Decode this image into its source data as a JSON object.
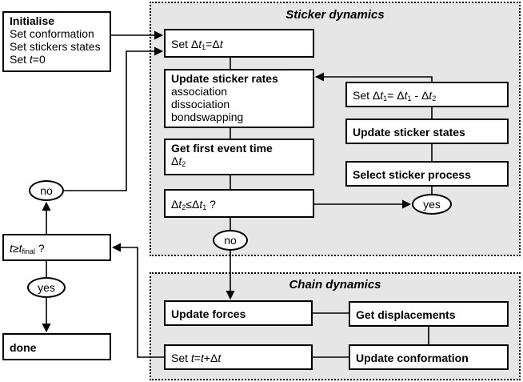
{
  "regions": {
    "sticker_title": "Sticker dynamics",
    "chain_title": "Chain dynamics"
  },
  "init": {
    "title": "Initialise",
    "line1": "Set conformation",
    "line2": "Set stickers states",
    "line3_prefix": "Set ",
    "line3_var": "t",
    "line3_suffix": "=0"
  },
  "set_dt1": {
    "prefix": "Set Δ",
    "var": "t",
    "sub": "1",
    "suffix": "=Δ",
    "var2": "t"
  },
  "update_rates": {
    "title": "Update sticker rates",
    "items": [
      "association",
      "dissociation",
      "bondswapping"
    ]
  },
  "first_event": {
    "title": "Get first event time",
    "expr_prefix": "Δ",
    "expr_var": "t",
    "expr_sub": "2"
  },
  "compare": {
    "p1": "Δ",
    "v1": "t",
    "s1": "2",
    "op": "≤Δ",
    "v2": "t",
    "s2": "1",
    "q": " ?"
  },
  "set_dt1_update": {
    "prefix": "Set Δ",
    "v1": "t",
    "s1": "1",
    "mid": "= Δ",
    "v2": "t",
    "s2": "1",
    "minus": " - Δ",
    "v3": "t",
    "s3": "2"
  },
  "update_states": "Update sticker states",
  "select_process": "Select sticker process",
  "yes_label": "yes",
  "no_label": "no",
  "tcheck": {
    "v1": "t",
    "op": "≥",
    "v2": "t",
    "sub": "final",
    "q": " ?"
  },
  "done": "done",
  "update_forces": "Update forces",
  "get_displacements": "Get displacements",
  "update_conformation": "Update conformation",
  "set_t": {
    "prefix": "Set ",
    "v1": "t",
    "eq": "=",
    "v2": "t",
    "plus": "+Δ",
    "v3": "t"
  }
}
